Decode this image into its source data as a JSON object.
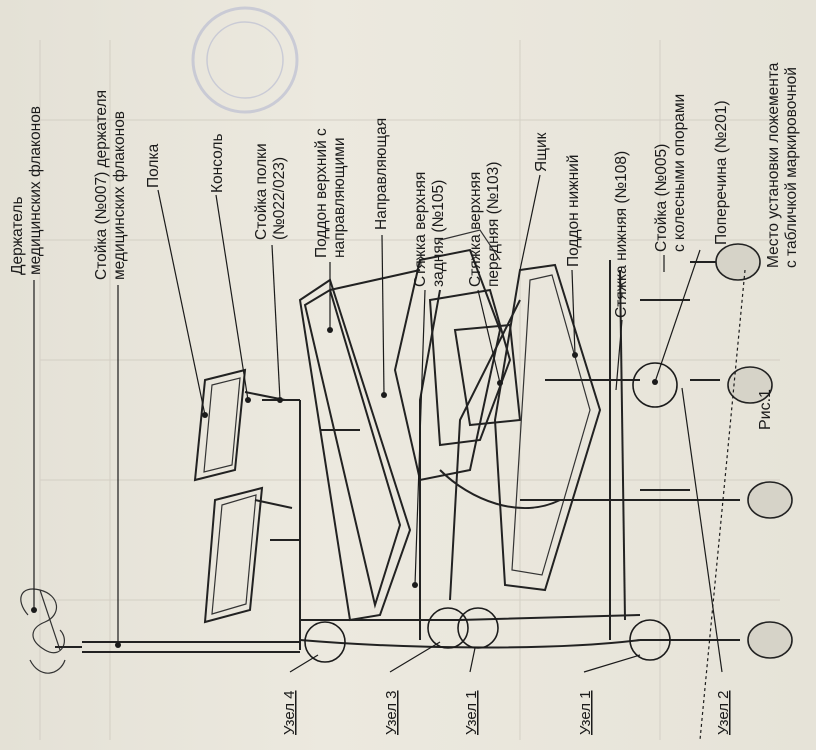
{
  "figure": {
    "caption": "Рис.1",
    "callouts": [
      "Держатель медицинских флаконов",
      "Стойка (№007) держателя медицинских флаконов",
      "Полка",
      "Консоль",
      "Стойка полки (№022/023)",
      "Поддон верхний с направляющими",
      "Направляющая",
      "Стяжка верхняя задняя (№105)",
      "Стяжка верхняя передняя (№103)",
      "Ящик",
      "Поддон нижний",
      "Стяжка нижняя (№108)",
      "Стойка (№005) с колесными опорами",
      "Поперечина (№201)",
      "Место установки ложемента с табличкой маркировочной"
    ],
    "nodes": [
      "Узел 4",
      "Узел 3",
      "Узел 1",
      "Узел 1",
      "Узел 2"
    ]
  },
  "labels": {
    "holder_l1": "Держатель",
    "holder_l2": "медицинских флаконов",
    "stand007_l1": "Стойка (№007) держателя",
    "stand007_l2": "медицинских флаконов",
    "shelf": "Полка",
    "console": "Консоль",
    "shelfpost_l1": "Стойка полки",
    "shelfpost_l2": "(№022/023)",
    "uppertray_l1": "Поддон верхний с",
    "uppertray_l2": "направляющими",
    "guide": "Направляющая",
    "rearbrace_l1": "Стяжка верхняя",
    "rearbrace_l2": "задняя (№105)",
    "frontbrace_l1": "Стяжка верхняя",
    "frontbrace_l2": "передняя (№103)",
    "drawer": "Ящик",
    "lowertray": "Поддон нижний",
    "lowerbrace": "Стяжка нижняя (№108)",
    "stand005_l1": "Стойка (№005)",
    "stand005_l2": "с колесными опорами",
    "crossbar": "Поперечина (№201)",
    "place_l1": "Место установки ложемента",
    "place_l2": "с табличкой маркировочной",
    "node4": "Узел 4",
    "node3": "Узел 3",
    "node1a": "Узел 1",
    "node1b": "Узел 1",
    "node2": "Узел 2",
    "fig": "Рис.1"
  }
}
